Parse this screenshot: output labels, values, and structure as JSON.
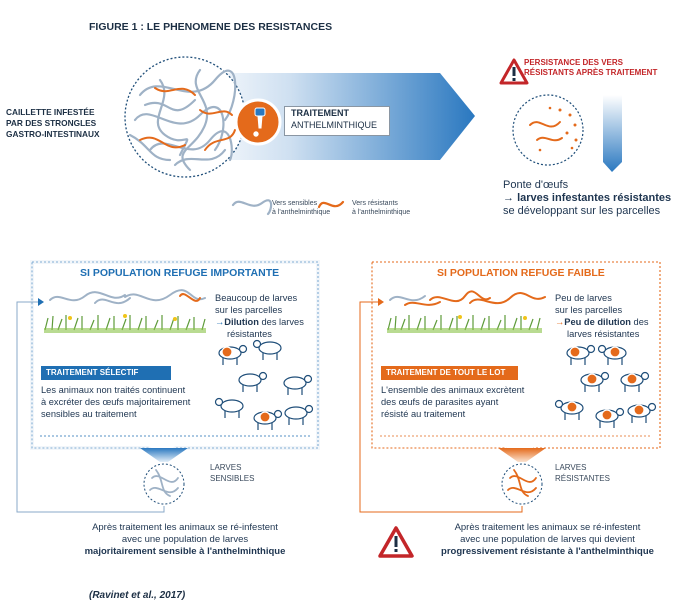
{
  "title": "FIGURE 1 : LE PHENOMENE DES RESISTANCES",
  "top": {
    "caillette": [
      "CAILLETTE INFESTÉE",
      "PAR DES STRONGLES",
      "GASTRO-INTESTINAUX"
    ],
    "traitement_1": "TRAITEMENT",
    "traitement_2": "ANTHELMINTHIQUE",
    "persistance": [
      "PERSISTANCE DES VERS",
      "RÉSISTANTS APRÈS TRAITEMENT"
    ],
    "ponte_1": "Ponte d'œufs",
    "ponte_arrow": "→",
    "ponte_2": "larves infestantes résistantes",
    "ponte_3": "se développant sur les parcelles",
    "legend_sensibles": [
      "Vers sensibles",
      "à l'anthelminthique"
    ],
    "legend_resistants": [
      "Vers résistants",
      "à l'anthelminthique"
    ]
  },
  "left_panel": {
    "title": "SI POPULATION REFUGE IMPORTANTE",
    "desc_1": "Beaucoup de larves",
    "desc_2": "sur les parcelles",
    "desc_arrow": "→",
    "desc_3_bold": "Dilution",
    "desc_3_rest": " des larves",
    "desc_4": "résistantes",
    "tag": "TRAITEMENT SÉLECTIF",
    "body": [
      "Les animaux non traités continuent",
      "à excréter des œufs majoritairement",
      "sensibles au traitement"
    ],
    "larves": [
      "LARVES",
      "SENSIBLES"
    ],
    "bottom_1": "Après traitement les animaux se ré-infestent",
    "bottom_2": "avec une population de larves",
    "bottom_3": "majoritairement sensible à l'anthelminthique"
  },
  "right_panel": {
    "title": "SI POPULATION REFUGE FAIBLE",
    "desc_1": "Peu de larves",
    "desc_2": "sur les parcelles",
    "desc_arrow": "→",
    "desc_3_bold": "Peu de dilution",
    "desc_3_rest": " des",
    "desc_4": "larves résistantes",
    "tag": "TRAITEMENT DE TOUT LE LOT",
    "body": [
      "L'ensemble des animaux excrètent",
      "des œufs de parasites ayant",
      "résisté au traitement"
    ],
    "larves": [
      "LARVES",
      "RÉSISTANTES"
    ],
    "bottom_1": "Après traitement les animaux se ré-infestent",
    "bottom_2": "avec une population de larves qui devient",
    "bottom_3": "progressivement résistante à l'anthelminthique"
  },
  "citation": "(Ravinet et al., 2017)",
  "colors": {
    "blue": "#1f6fb3",
    "orange": "#e46a1b",
    "red": "#c32629",
    "dark": "#1c2f44"
  }
}
